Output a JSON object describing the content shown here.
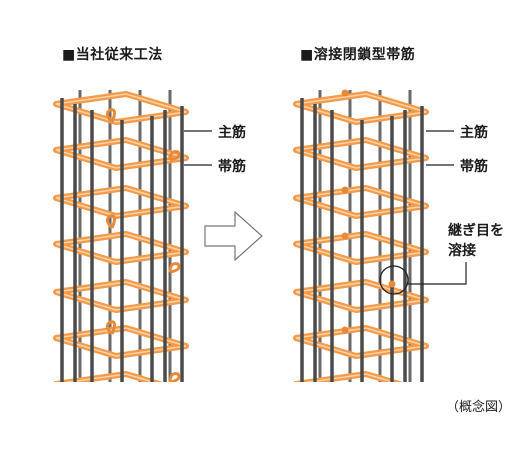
{
  "left_panel": {
    "title": "■当社従来工法",
    "label_main": "主筋",
    "label_tie": "帯筋"
  },
  "right_panel": {
    "title": "■溶接閉鎖型帯筋",
    "label_main": "主筋",
    "label_tie": "帯筋",
    "label_weld_line1": "継ぎ目を",
    "label_weld_line2": "溶接"
  },
  "caption": "（概念図）",
  "colors": {
    "rebar": "#555555",
    "tie": "#f39b4a",
    "tie_highlight": "#ffd3a6",
    "arrow": "#666666",
    "leader": "#222222"
  }
}
